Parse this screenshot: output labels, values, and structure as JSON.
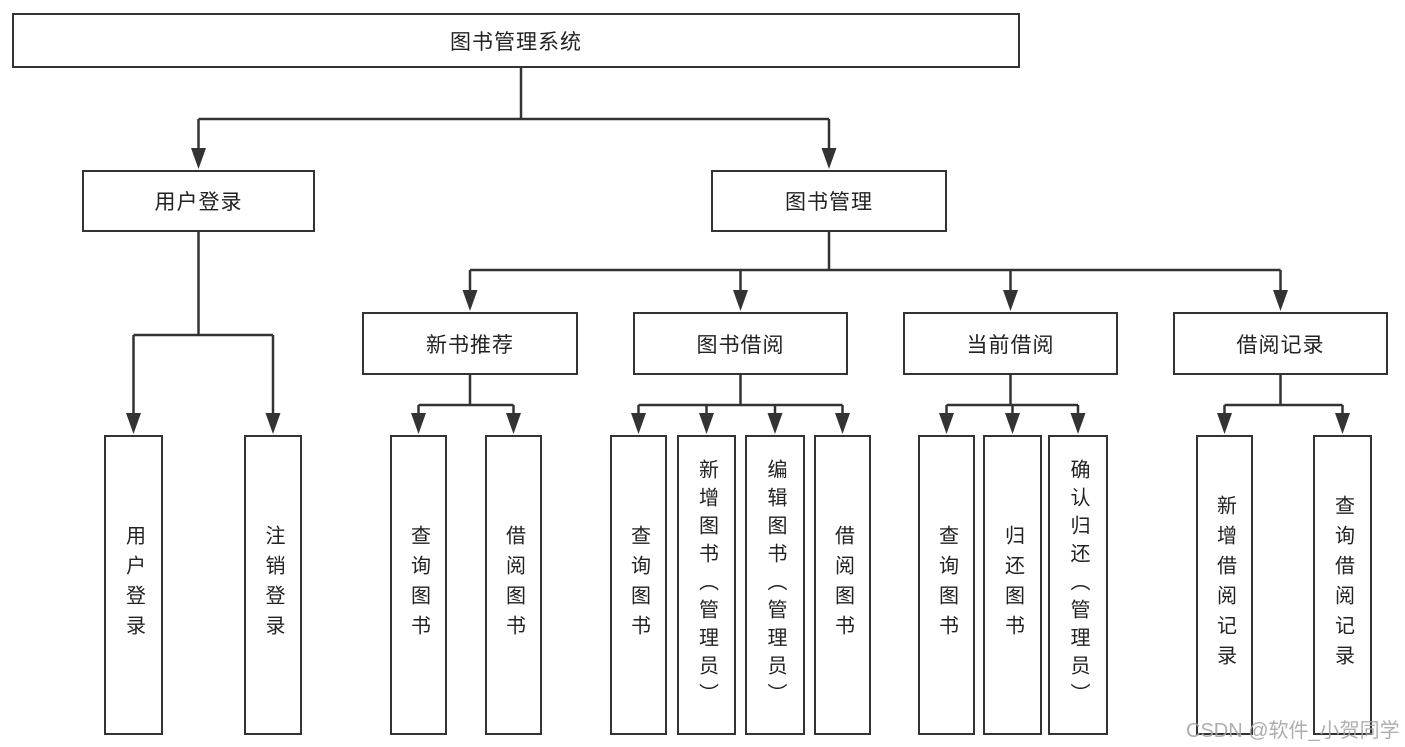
{
  "diagram": {
    "root": "图书管理系统",
    "level2": {
      "user_login": "用户登录",
      "book_mgmt": "图书管理"
    },
    "level3": {
      "new_book_rec": "新书推荐",
      "book_borrow": "图书借阅",
      "current_borrow": "当前借阅",
      "borrow_record": "借阅记录"
    },
    "leaves": {
      "user_login_leaf": "用户登录",
      "logout": "注销登录",
      "query_book_1": "查询图书",
      "borrow_book_1": "借阅图书",
      "query_book_2": "查询图书",
      "add_book": "新增图书（管理员）",
      "edit_book": "编辑图书（管理员）",
      "borrow_book_2": "借阅图书",
      "query_book_3": "查询图书",
      "return_book": "归还图书",
      "confirm_return": "确认归还（管理员）",
      "add_borrow_record": "新增借阅记录",
      "query_borrow_record": "查询借阅记录"
    }
  },
  "watermark": {
    "text": "CSDN @软件_小贺同学",
    "color": "#a5a5a5"
  },
  "colors": {
    "line": "#333333",
    "box_border": "#333333",
    "text": "#222222",
    "background": "#ffffff"
  }
}
